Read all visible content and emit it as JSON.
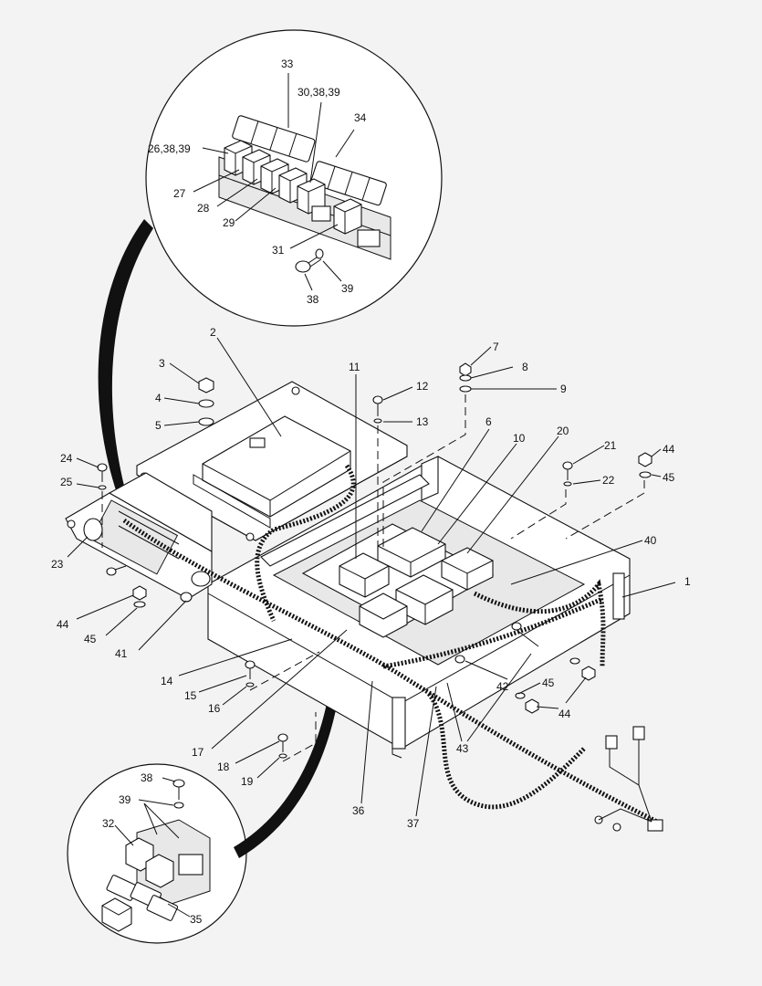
{
  "callouts": [
    {
      "id": "c33",
      "text": "33"
    },
    {
      "id": "c30",
      "text": "30,38,39"
    },
    {
      "id": "c34",
      "text": "34"
    },
    {
      "id": "c26",
      "text": "26,38,39"
    },
    {
      "id": "c27",
      "text": "27"
    },
    {
      "id": "c28",
      "text": "28"
    },
    {
      "id": "c29",
      "text": "29"
    },
    {
      "id": "c31",
      "text": "31"
    },
    {
      "id": "c38a",
      "text": "38"
    },
    {
      "id": "c39a",
      "text": "39"
    },
    {
      "id": "c2",
      "text": "2"
    },
    {
      "id": "c3",
      "text": "3"
    },
    {
      "id": "c4",
      "text": "4"
    },
    {
      "id": "c5",
      "text": "5"
    },
    {
      "id": "c11",
      "text": "11"
    },
    {
      "id": "c12",
      "text": "12"
    },
    {
      "id": "c13",
      "text": "13"
    },
    {
      "id": "c7",
      "text": "7"
    },
    {
      "id": "c8",
      "text": "8"
    },
    {
      "id": "c9",
      "text": "9"
    },
    {
      "id": "c6",
      "text": "6"
    },
    {
      "id": "c10",
      "text": "10"
    },
    {
      "id": "c20",
      "text": "20"
    },
    {
      "id": "c21",
      "text": "21"
    },
    {
      "id": "c22",
      "text": "22"
    },
    {
      "id": "c44a",
      "text": "44"
    },
    {
      "id": "c45a",
      "text": "45"
    },
    {
      "id": "c24",
      "text": "24"
    },
    {
      "id": "c25",
      "text": "25"
    },
    {
      "id": "c23",
      "text": "23"
    },
    {
      "id": "c40",
      "text": "40"
    },
    {
      "id": "c1",
      "text": "1"
    },
    {
      "id": "c44b",
      "text": "44"
    },
    {
      "id": "c45b",
      "text": "45"
    },
    {
      "id": "c41",
      "text": "41"
    },
    {
      "id": "c14",
      "text": "14"
    },
    {
      "id": "c15",
      "text": "15"
    },
    {
      "id": "c16",
      "text": "16"
    },
    {
      "id": "c17",
      "text": "17"
    },
    {
      "id": "c18",
      "text": "18"
    },
    {
      "id": "c19",
      "text": "19"
    },
    {
      "id": "c45c",
      "text": "45"
    },
    {
      "id": "c42",
      "text": "42"
    },
    {
      "id": "c44c",
      "text": "44"
    },
    {
      "id": "c43",
      "text": "43"
    },
    {
      "id": "c36",
      "text": "36"
    },
    {
      "id": "c37",
      "text": "37"
    },
    {
      "id": "c38b",
      "text": "38"
    },
    {
      "id": "c39b",
      "text": "39"
    },
    {
      "id": "c32",
      "text": "32"
    },
    {
      "id": "c35",
      "text": "35"
    }
  ]
}
